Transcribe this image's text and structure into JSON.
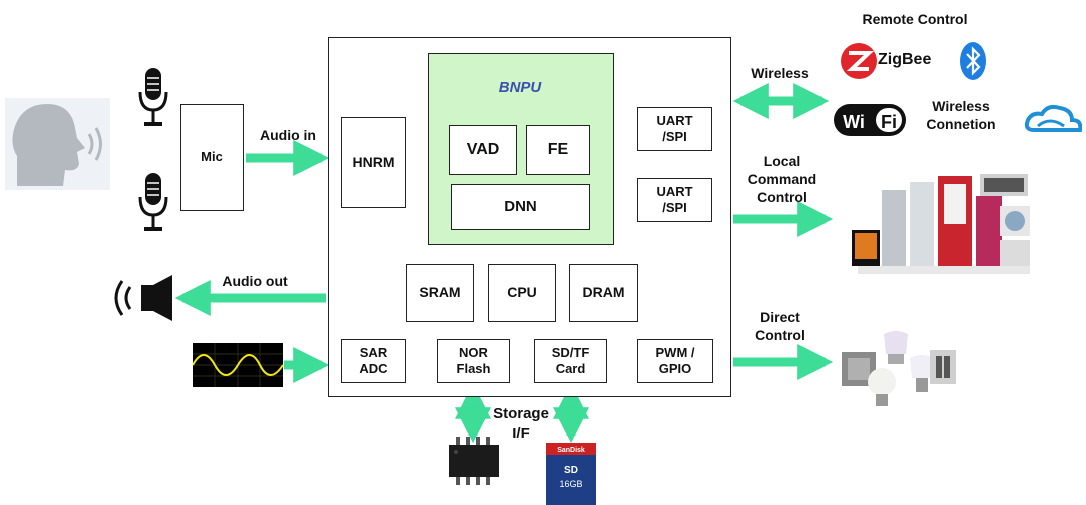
{
  "chip": {
    "bnpu": "BNPU",
    "vad": "VAD",
    "fe": "FE",
    "dnn": "DNN",
    "hnrm": "HNRM",
    "uart1": "UART\n/SPI",
    "uart2": "UART\n/SPI",
    "sram": "SRAM",
    "cpu": "CPU",
    "dram": "DRAM",
    "sar_adc": "SAR\nADC",
    "nor_flash": "NOR\nFlash",
    "sd_tf": "SD/TF\nCard",
    "pwm_gpio": "PWM /\nGPIO"
  },
  "left": {
    "mic": "Mic",
    "audio_in": "Audio in",
    "audio_out": "Audio out"
  },
  "right": {
    "remote_control": "Remote Control",
    "zigbee": "ZigBee",
    "wireless": "Wireless",
    "wireless_connection": "Wireless\nConnetion",
    "wifi": "Wi Fi",
    "local_command_control": "Local\nCommand\nControl",
    "direct_control": "Direct\nControl"
  },
  "bottom": {
    "storage_if": "Storage\nI/F"
  },
  "colors": {
    "arrow": "#3ddc97",
    "bnpu_fill": "#cff5c8",
    "bnpu_title": "#3a4fb0",
    "zigbee_red": "#e0262b",
    "bluetooth_blue": "#1f7fe0"
  }
}
